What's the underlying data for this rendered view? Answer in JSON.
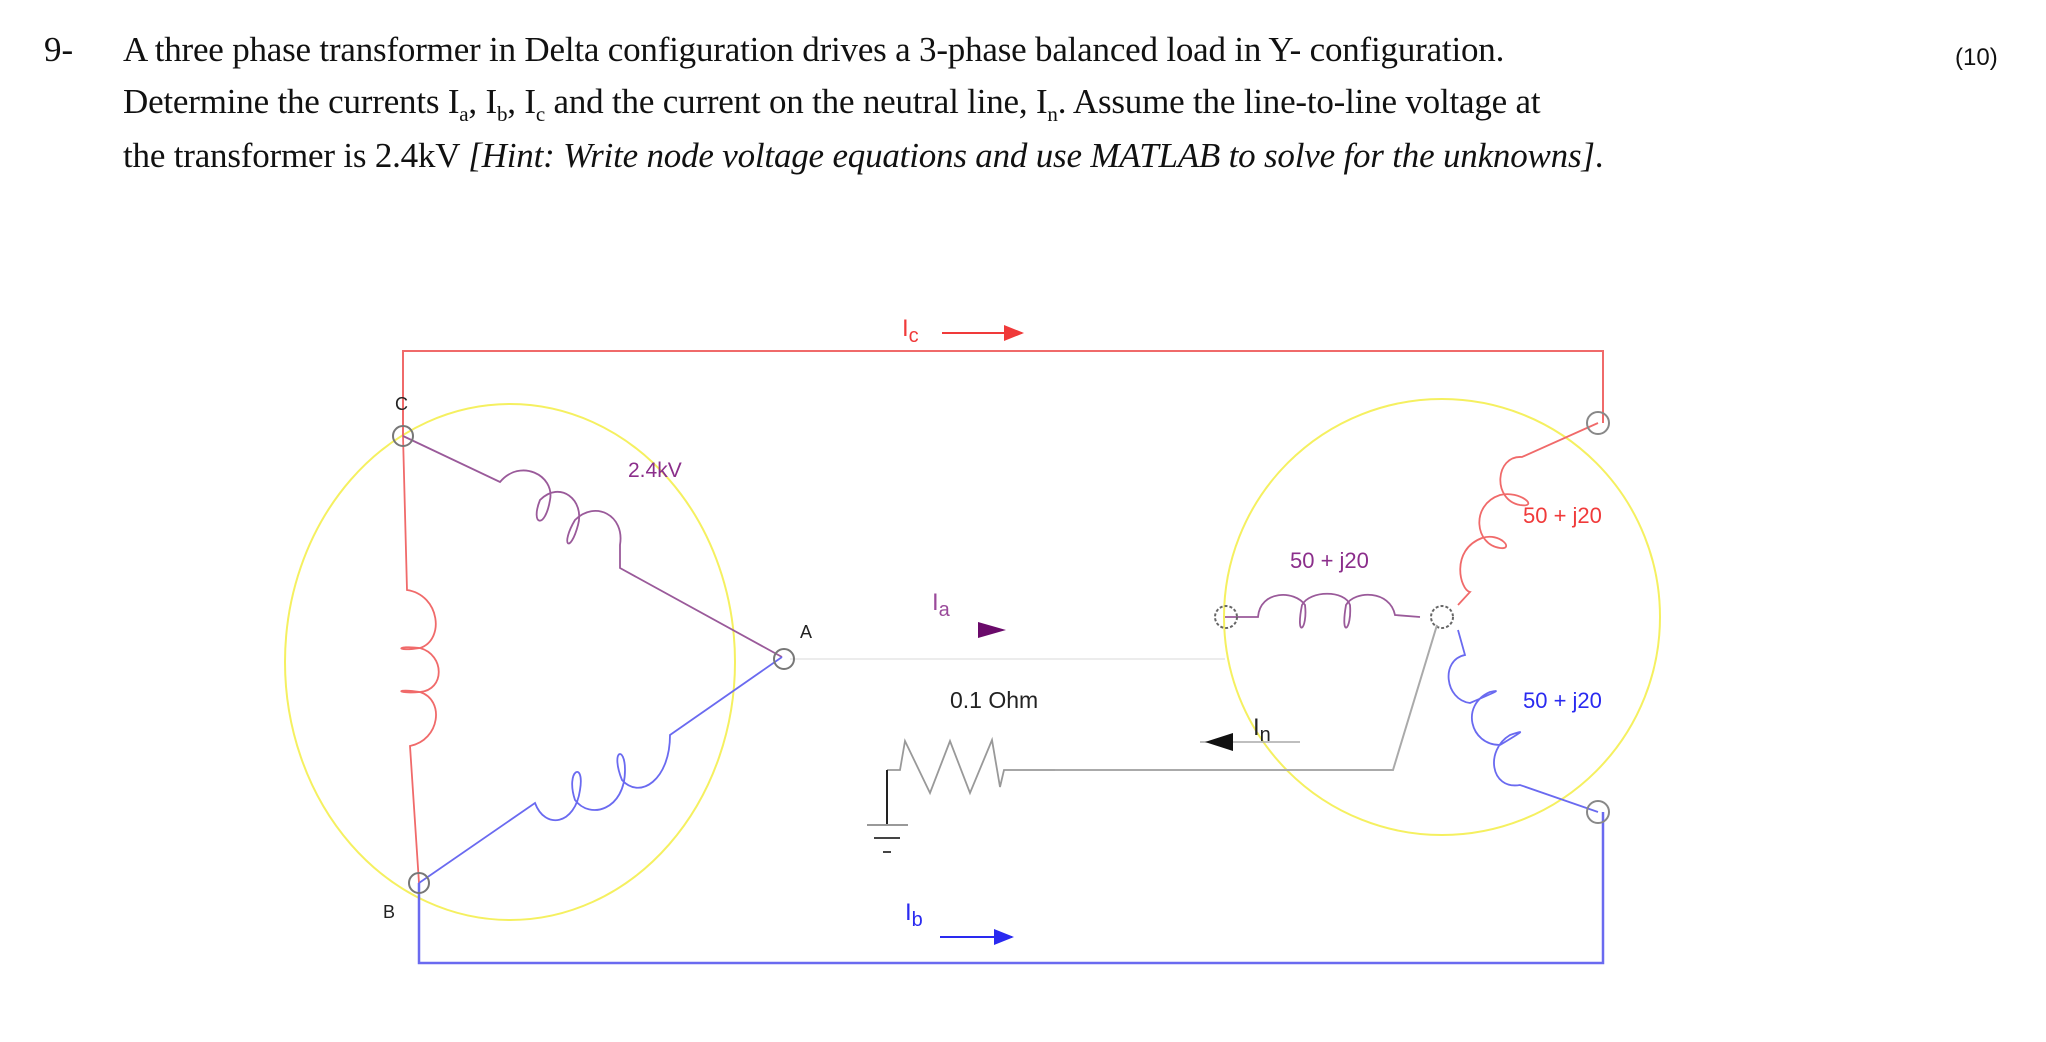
{
  "problem": {
    "number": "9-",
    "marks": "(10)",
    "line1": "A three phase transformer in Delta configuration drives a 3-phase balanced load in Y- configuration.",
    "line2_parts": [
      "Determine the currents I",
      "a",
      ", I",
      "b",
      ", I",
      "c",
      " and the current on the neutral line, I",
      "n",
      ". Assume the line-to-line voltage at"
    ],
    "line3_plain": "the transformer is 2.4kV ",
    "line3_hint": "[Hint: Write node voltage equations and use MATLAB to solve for the unknowns]",
    "line3_end": "."
  },
  "diagram": {
    "source_label": "2.4kV",
    "node_labels": {
      "a": "A",
      "b": "B",
      "c": "C"
    },
    "currents": {
      "ia": {
        "main": "I",
        "sub": "a"
      },
      "ib": {
        "main": "I",
        "sub": "b"
      },
      "ic": {
        "main": "I",
        "sub": "c"
      },
      "in": {
        "main": "I",
        "sub": "n"
      }
    },
    "neutral_resistor": "0.1 Ohm",
    "load_impedances": {
      "phase_a": "50 + j20",
      "phase_b": "50 + j20",
      "phase_c": "50 + j20"
    },
    "colors": {
      "phase_a": "#8b2e8b",
      "phase_b": "#3a3af0",
      "phase_c": "#f03a3a",
      "neutral": "#999999",
      "circle": "#f5f060",
      "node": "#666666"
    }
  }
}
